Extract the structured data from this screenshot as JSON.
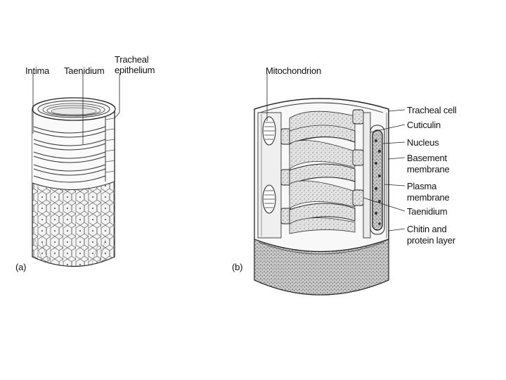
{
  "panel_a": {
    "letter": "(a)",
    "labels": {
      "intima": "Intima",
      "taenidium": "Taenidium",
      "tracheal_epithelium_line1": "Tracheal",
      "tracheal_epithelium_line2": "epithelium"
    }
  },
  "panel_b": {
    "letter": "(b)",
    "labels": {
      "mitochondrion": "Mitochondrion",
      "tracheal_cell": "Tracheal cell",
      "cuticulin": "Cuticulin",
      "nucleus": "Nucleus",
      "basement_membrane_line1": "Basement",
      "basement_membrane_line2": "membrane",
      "plasma_membrane_line1": "Plasma",
      "plasma_membrane_line2": "membrane",
      "taenidium": "Taenidium",
      "chitin_line1": "Chitin and",
      "chitin_line2": "protein layer"
    }
  },
  "colors": {
    "ink": "#1a1a1a",
    "stipple_fill": "#d9d9d9",
    "light_fill": "#f2f2f2",
    "cell_fill": "#e6e6e6"
  }
}
